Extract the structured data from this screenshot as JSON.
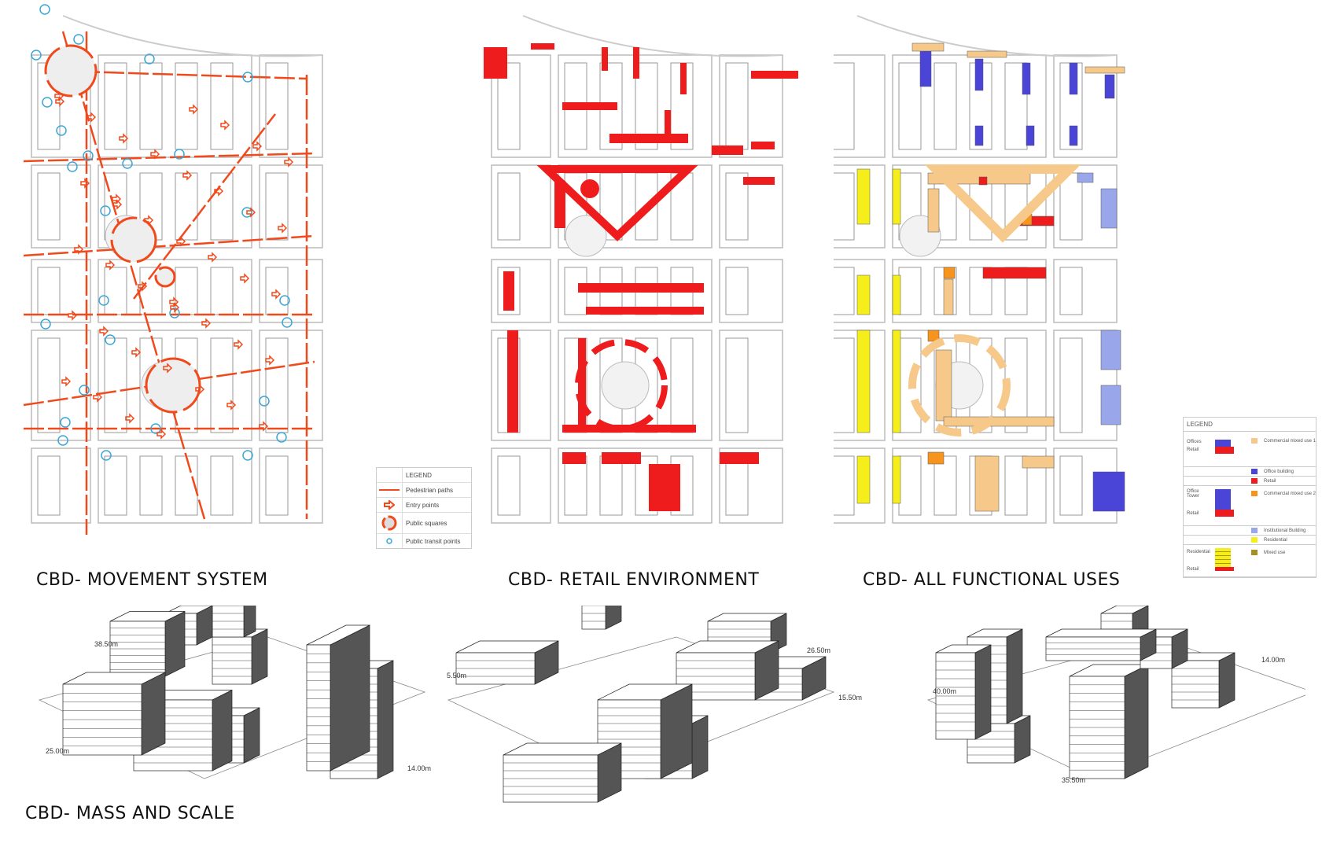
{
  "titles": {
    "movement": "CBD- MOVEMENT SYSTEM",
    "retail": "CBD- RETAIL ENVIRONMENT",
    "functional": "CBD- ALL FUNCTIONAL USES",
    "mass": "CBD- MASS AND SCALE"
  },
  "movement_legend": {
    "heading": "LEGEND",
    "items": [
      "Pedestrian paths",
      "Entry points",
      "Public squares",
      "Public transit points"
    ]
  },
  "uses_legend": {
    "heading": "LEGEND",
    "chart_labels": {
      "offices": "Offices",
      "retail": "Retail",
      "office_tower": "Office Tower",
      "residential": "Residential"
    },
    "items": [
      {
        "label": "Commercial mixed use 1",
        "color": "#f6c98a"
      },
      {
        "label": "Office building",
        "color": "#4a45d6"
      },
      {
        "label": "Retail",
        "color": "#ee1c1c"
      },
      {
        "label": "Commercial mixed use 2",
        "color": "#f7941d"
      },
      {
        "label": "Institutional Building",
        "color": "#9aa6ea"
      },
      {
        "label": "Residential",
        "color": "#f5ee1a"
      },
      {
        "label": "Mixed use",
        "color": "#a88f22"
      }
    ]
  },
  "dimensions": {
    "left": [
      "38.50m",
      "25.00m",
      "14.00m"
    ],
    "center": [
      "5.50m",
      "26.50m",
      "15.50m"
    ],
    "right": [
      "40.00m",
      "14.00m",
      "35.50m"
    ]
  },
  "colors": {
    "path": "#f04a1c",
    "transit": "#3aa7d8",
    "retail": "#ee1c1c",
    "grid": "#bbbbbb"
  }
}
